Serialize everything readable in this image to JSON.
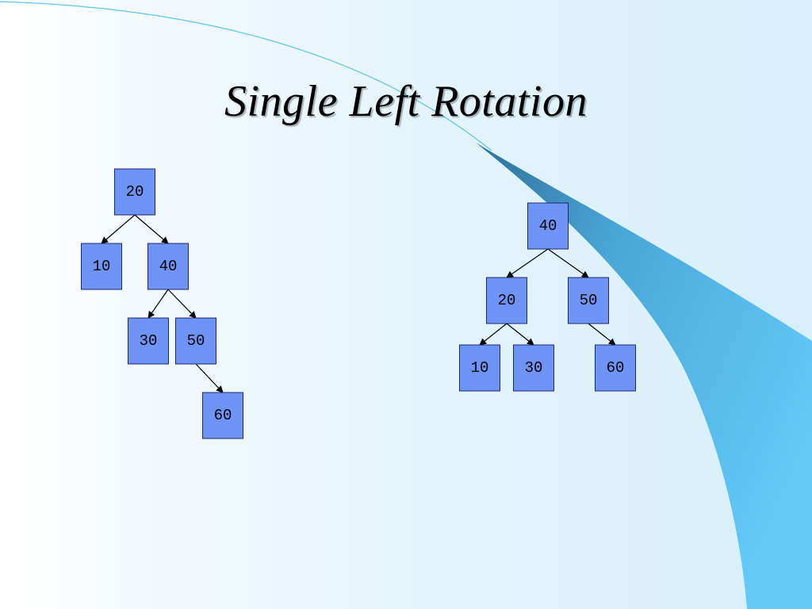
{
  "slide": {
    "title": "Single Left Rotation"
  },
  "colors": {
    "node_fill": "#6d94f6",
    "node_border": "#1e2a6e",
    "accent_blue": "#5bc8f8"
  },
  "trees": [
    {
      "id": "before",
      "root": "20",
      "nodes": [
        "20",
        "10",
        "40",
        "30",
        "50",
        "60"
      ],
      "edges": [
        [
          "20",
          "10"
        ],
        [
          "20",
          "40"
        ],
        [
          "40",
          "30"
        ],
        [
          "40",
          "50"
        ],
        [
          "50",
          "60"
        ]
      ]
    },
    {
      "id": "after",
      "root": "40",
      "nodes": [
        "40",
        "20",
        "50",
        "10",
        "30",
        "60"
      ],
      "edges": [
        [
          "40",
          "20"
        ],
        [
          "40",
          "50"
        ],
        [
          "20",
          "10"
        ],
        [
          "20",
          "30"
        ],
        [
          "50",
          "60"
        ]
      ]
    }
  ]
}
